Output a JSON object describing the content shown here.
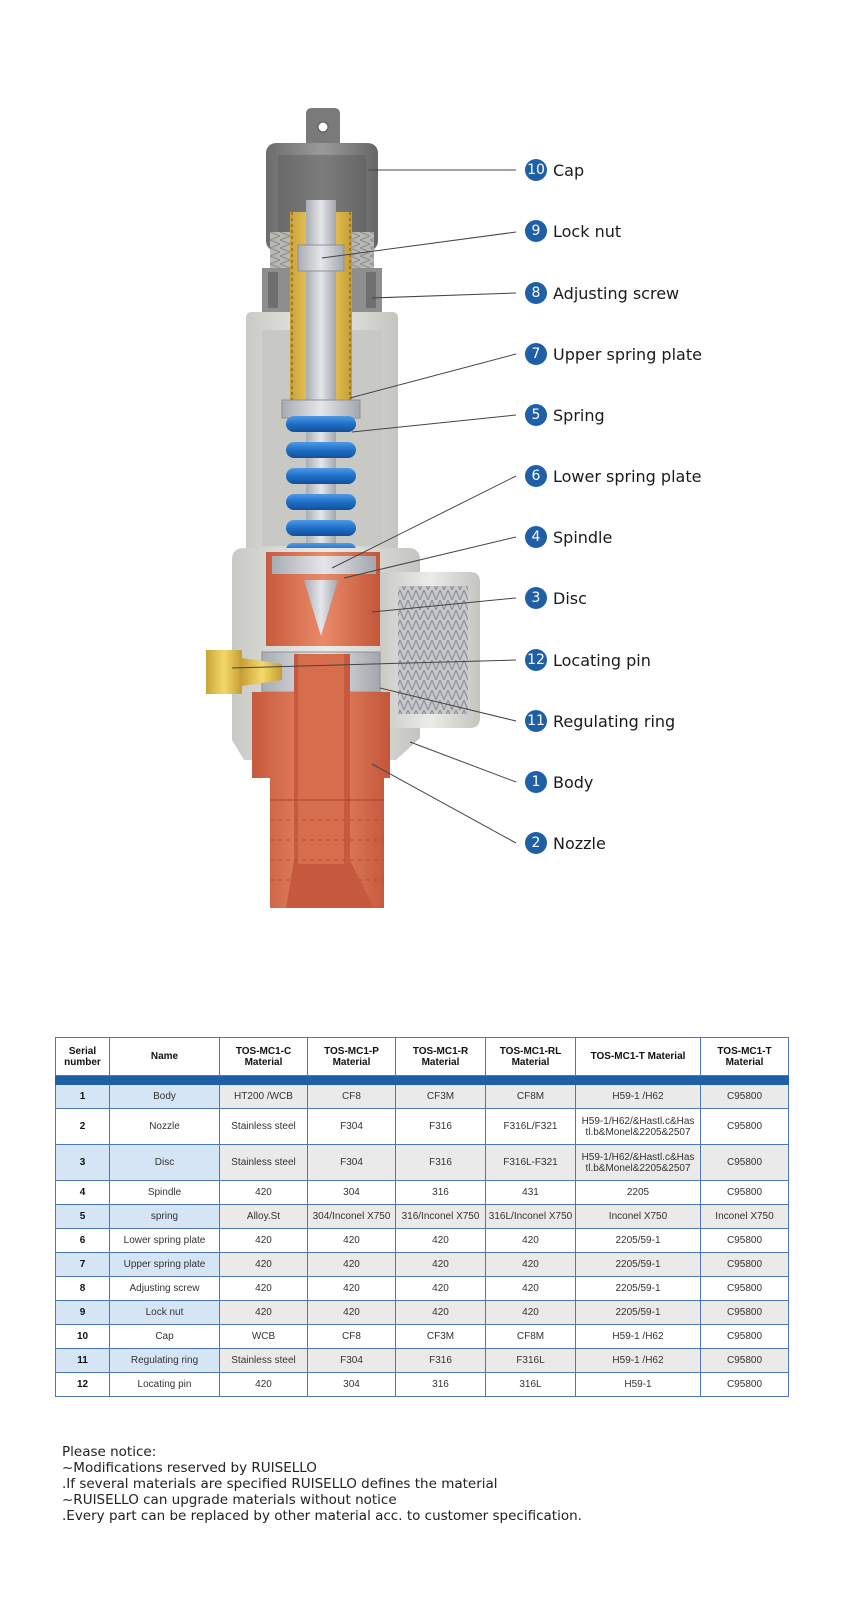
{
  "callouts": [
    {
      "num": "10",
      "label": "Cap"
    },
    {
      "num": "9",
      "label": "Lock nut"
    },
    {
      "num": "8",
      "label": "Adjusting screw"
    },
    {
      "num": "7",
      "label": "Upper spring plate"
    },
    {
      "num": "5",
      "label": "Spring"
    },
    {
      "num": "6",
      "label": "Lower spring plate"
    },
    {
      "num": "4",
      "label": "Spindle"
    },
    {
      "num": "3",
      "label": "Disc"
    },
    {
      "num": "12",
      "label": "Locating pin"
    },
    {
      "num": "11",
      "label": "Regulating ring"
    },
    {
      "num": "1",
      "label": "Body"
    },
    {
      "num": "2",
      "label": "Nozzle"
    }
  ],
  "table": {
    "headers": [
      "Serial number",
      "Name",
      "TOS-MC1-C Material",
      "TOS-MC1-P Material",
      "TOS-MC1-R Material",
      "TOS-MC1-RL Material",
      "TOS-MC1-T Material",
      "TOS-MC1-T Material"
    ],
    "rows": [
      {
        "serial": "1",
        "name": "Body",
        "c": "HT200 /WCB",
        "p": "CF8",
        "r": "CF3M",
        "rl": "CF8M",
        "t": "H59-1 /H62",
        "t2": "C95800"
      },
      {
        "serial": "2",
        "name": "Nozzle",
        "c": "Stainless steel",
        "p": "F304",
        "r": "F316",
        "rl": "F316L/F321",
        "t": "H59-1/H62/&Hastl.c&Has tl.b&Monel&2205&2507",
        "t2": "C95800"
      },
      {
        "serial": "3",
        "name": "Disc",
        "c": "Stainless steel",
        "p": "F304",
        "r": "F316",
        "rl": "F316L-F321",
        "t": "H59-1/H62/&Hastl.c&Has tl.b&Monel&2205&2507",
        "t2": "C95800"
      },
      {
        "serial": "4",
        "name": "Spindle",
        "c": "420",
        "p": "304",
        "r": "316",
        "rl": "431",
        "t": "2205",
        "t2": "C95800"
      },
      {
        "serial": "5",
        "name": "spring",
        "c": "Alloy.St",
        "p": "304/Inconel X750",
        "r": "316/Inconel X750",
        "rl": "316L/Inconel X750",
        "t": "Inconel X750",
        "t2": "Inconel X750"
      },
      {
        "serial": "6",
        "name": "Lower spring plate",
        "c": "420",
        "p": "420",
        "r": "420",
        "rl": "420",
        "t": "2205/59-1",
        "t2": "C95800"
      },
      {
        "serial": "7",
        "name": "Upper spring plate",
        "c": "420",
        "p": "420",
        "r": "420",
        "rl": "420",
        "t": "2205/59-1",
        "t2": "C95800"
      },
      {
        "serial": "8",
        "name": "Adjusting screw",
        "c": "420",
        "p": "420",
        "r": "420",
        "rl": "420",
        "t": "2205/59-1",
        "t2": "C95800"
      },
      {
        "serial": "9",
        "name": "Lock nut",
        "c": "420",
        "p": "420",
        "r": "420",
        "rl": "420",
        "t": "2205/59-1",
        "t2": "C95800"
      },
      {
        "serial": "10",
        "name": "Cap",
        "c": "WCB",
        "p": "CF8",
        "r": "CF3M",
        "rl": "CF8M",
        "t": "H59-1 /H62",
        "t2": "C95800"
      },
      {
        "serial": "11",
        "name": "Regulating ring",
        "c": "Stainless steel",
        "p": "F304",
        "r": "F316",
        "rl": "F316L",
        "t": "H59-1 /H62",
        "t2": "C95800"
      },
      {
        "serial": "12",
        "name": "Locating pin",
        "c": "420",
        "p": "304",
        "r": "316",
        "rl": "316L",
        "t": "H59-1",
        "t2": "C95800"
      }
    ]
  },
  "notice": {
    "lines": [
      "Please notice:",
      "~Modifications reserved by RUISELLO",
      ".If several materials are specified RUISELLO defines the material",
      "~RUISELLO can upgrade materials without notice",
      ".Every part can be replaced by other material acc. to customer specification."
    ]
  },
  "colors": {
    "accent": "#1f5fa8",
    "copper": "#d96a4a",
    "brass": "#e8c54a",
    "spring": "#1f6fc8",
    "body": "#dcdcd8"
  }
}
